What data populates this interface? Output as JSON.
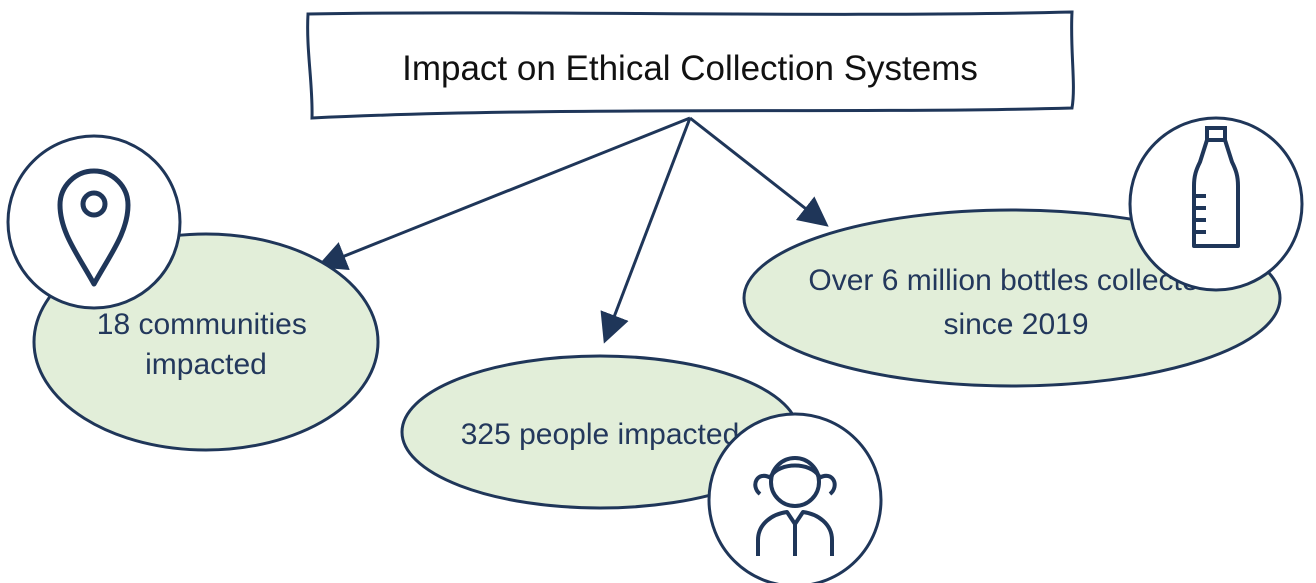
{
  "diagram": {
    "title": "Impact on Ethical Collection Systems",
    "nodes": [
      {
        "id": "communities",
        "lines": [
          "18 communities",
          "impacted"
        ],
        "icon": "map-pin-icon"
      },
      {
        "id": "people",
        "lines": [
          "325 people impacted"
        ],
        "icon": "person-icon"
      },
      {
        "id": "bottles",
        "lines": [
          "Over 6 million bottles collected",
          "since 2019"
        ],
        "icon": "bottle-icon"
      }
    ]
  },
  "colors": {
    "stroke": "#1f3659",
    "fill": "#e2eed9",
    "text": "#23385c",
    "title": "#111111",
    "background": "#ffffff"
  }
}
